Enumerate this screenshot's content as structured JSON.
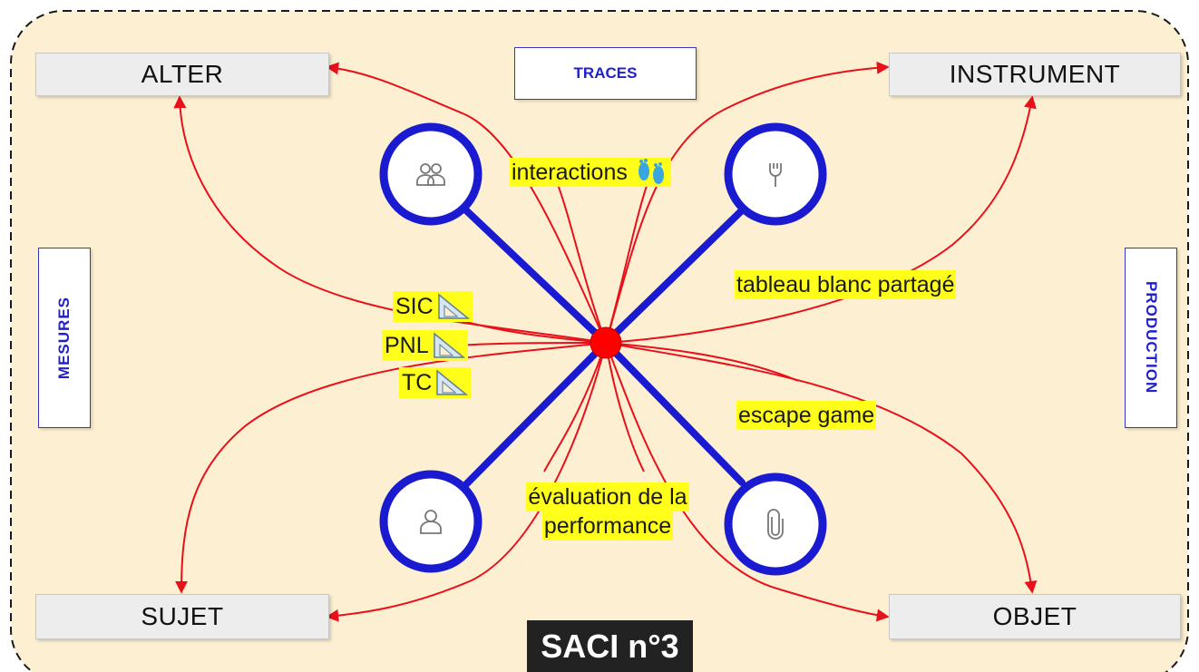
{
  "title": "SACI n°3",
  "corners": {
    "top_left": "ALTER",
    "top_right": "INSTRUMENT",
    "bottom_left": "SUJET",
    "bottom_right": "OBJET"
  },
  "categories": {
    "top": "TRACES",
    "left": "MESURES",
    "right": "PRODUCTION"
  },
  "labels": {
    "interactions": "interactions",
    "tableau": "tableau blanc partagé",
    "escape": "escape game",
    "evaluation_line1": "évaluation de la",
    "evaluation_line2": "performance"
  },
  "measures": [
    "SIC",
    "PNL",
    "TC"
  ],
  "nodes": {
    "top_left": "people-icon",
    "top_right": "wrench-icon",
    "bottom_left": "person-icon",
    "bottom_right": "paperclip-icon"
  },
  "colors": {
    "background": "#fdf0d2",
    "frame_border": "#1a1a1a",
    "axis": "#1a1ad0",
    "curves": "#e8101a",
    "center": "#ff0000",
    "highlight": "#ffff1a",
    "category_text": "#2020cc"
  }
}
